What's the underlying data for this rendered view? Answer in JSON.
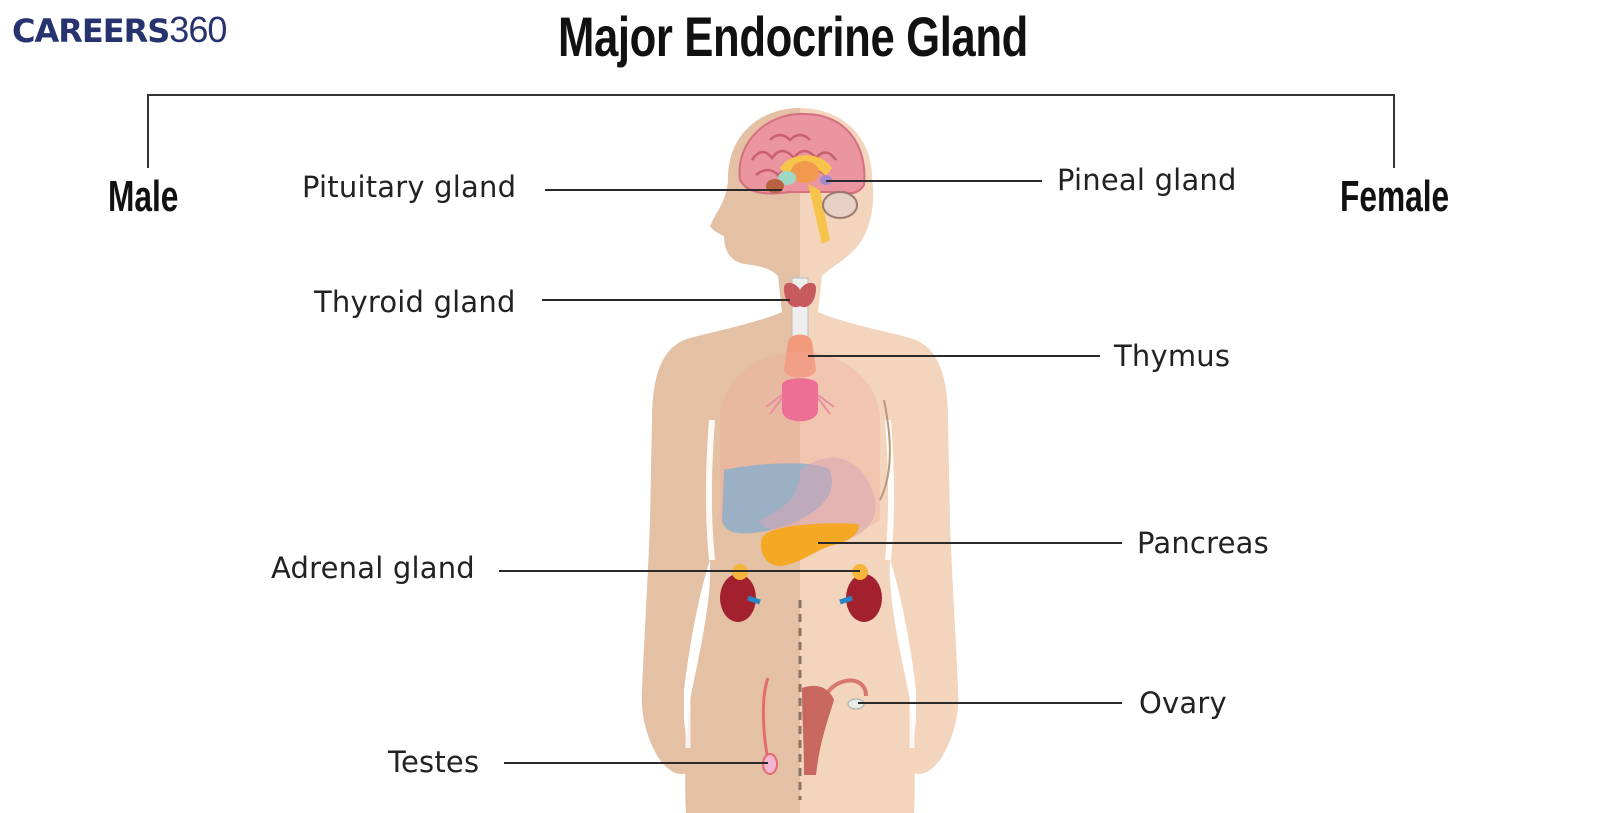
{
  "logo": {
    "brand": "CAREERS",
    "number": "360"
  },
  "title": "Major Endocrine Gland",
  "sides": {
    "left": "Male",
    "right": "Female"
  },
  "labels": {
    "pituitary": "Pituitary gland",
    "pineal": "Pineal gland",
    "thyroid": "Thyroid gland",
    "thymus": "Thymus",
    "pancreas": "Pancreas",
    "adrenal": "Adrenal gland",
    "ovary": "Ovary",
    "testes": "Testes"
  },
  "colors": {
    "brand": "#27336e",
    "skin_male": "#e3bfa3",
    "skin_female": "#f2d2bb",
    "leader_line": "#2a2a2a",
    "brain": "#e58a97",
    "kidney": "#a3222f",
    "pancreas": "#f4a623",
    "liver": "#8fb0c9"
  }
}
